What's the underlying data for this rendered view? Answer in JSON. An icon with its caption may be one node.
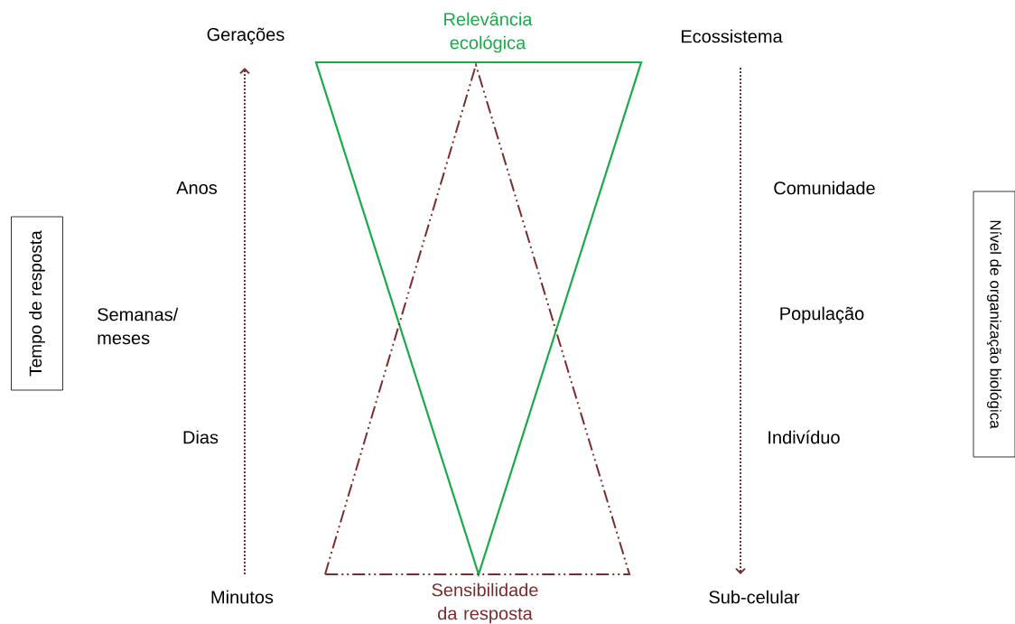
{
  "diagram": {
    "nodes": [
      {
        "text": [
          "Tempo de resposta"
        ]
      },
      {
        "text": [
          "Nível de organização biológica"
        ]
      },
      {
        "text": [
          "Relevância ecológica"
        ]
      },
      {
        "text": [
          "Sensibilidade da resposta"
        ]
      }
    ],
    "labels": [
      "Gerações",
      "Ecossistema",
      "Anos",
      "Comunidade",
      "Semanas/ meses",
      "População",
      "Dias",
      "Indivíduo",
      "Minutos",
      "Sub-celular"
    ]
  }
}
